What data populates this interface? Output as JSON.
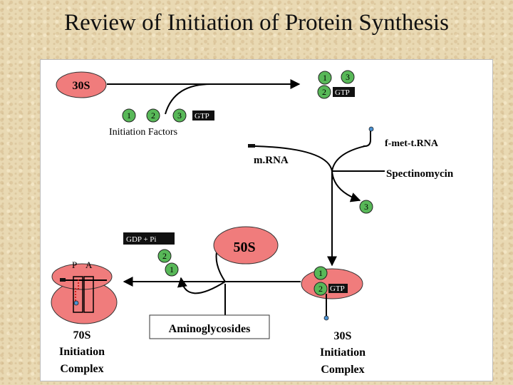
{
  "title": "Review of Initiation of Protein Synthesis",
  "labels": {
    "s30_top": "30S",
    "initiation_factors": "Initiation Factors",
    "fmet_trna": "f-met-t.RNA",
    "mrna": "m.RNA",
    "spectinomycin": "Spectinomycin",
    "gdp_pi": "GDP + Pi",
    "s50": "50S",
    "p_site": "P",
    "a_site": "A",
    "aminoglycosides": "Aminoglycosides",
    "complex70_l1": "70S",
    "complex70_l2": "Initiation",
    "complex70_l3": "Complex",
    "complex30_l1": "30S",
    "complex30_l2": "Initiation",
    "complex30_l3": "Complex"
  },
  "factors": {
    "f1": "1",
    "f2": "2",
    "f3": "3",
    "gtp": "GTP"
  },
  "colors": {
    "ribosome": "#f07c7c",
    "factor": "#58b858",
    "trna_dot": "#4a90d0",
    "gtp_box": "#111111"
  }
}
